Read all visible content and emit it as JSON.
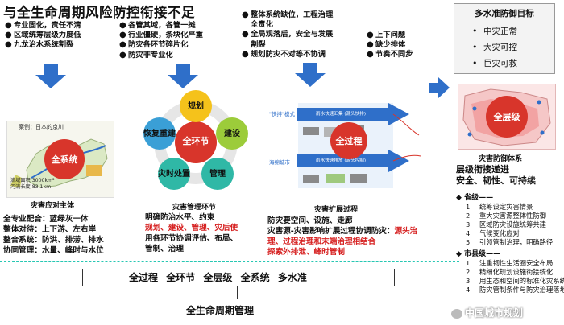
{
  "title": "与全生命周期风险防控衔接不足",
  "columns": [
    {
      "bullets": [
        "专业固化，责任不清",
        "区域统筹层级力度低",
        "九龙治水系统割裂"
      ]
    },
    {
      "bullets": [
        "各管其域，各管一摊",
        "行业僵硬，条块化严重",
        "防灾各环节碎片化",
        "防灾非专业化"
      ]
    },
    {
      "bullets": [
        "整体系统缺位，工程治理",
        "全责化",
        "全局观落后，安全与发展",
        "割裂",
        "规划防灾不对等不协调"
      ]
    },
    {
      "bullets": [
        "上下问题",
        "缺少排体",
        "节奏不同步"
      ]
    }
  ],
  "goals": {
    "title": "多水准防御目标",
    "items": [
      "中灾正常",
      "大灾可控",
      "巨灾可救"
    ]
  },
  "panel1": {
    "map_caption": "案例：日本的京川",
    "circle_label": "全系统",
    "legend": [
      "流域面积 3000km²",
      "河流长度 83.1km"
    ],
    "caption": "灾害应对主体",
    "text": [
      "全专业配合：蓝绿灰一体",
      "整体对待：上下游、左右岸",
      "整合系统：防洪、排涝、排水",
      "协同管理：水量、峰时与水位"
    ]
  },
  "panel2": {
    "center": "全环节",
    "nodes": [
      "规划",
      "建设",
      "管理",
      "灾时处置",
      "恢复重建"
    ],
    "caption": "灾害管理环节",
    "text_black": [
      "明确防治水平、约束",
      "",
      "用各环节协调评估、布局、",
      "管制、治理"
    ],
    "text_red_line": "规划、建设、管理、灾后使"
  },
  "panel3": {
    "center": "全过程",
    "labels": [
      "\"快排\"模式",
      "海绵城市"
    ],
    "captions": [
      "雨水快速汇集 (源头快排)",
      "雨水快速排放 (源头控制)"
    ],
    "caption": "灾害扩展过程",
    "text_line1": "防灾要空间、设施、走廊",
    "text_line2a": "灾害源-灾害影响扩展过程协调防灾：",
    "text_line2b": "源头治",
    "text_line3": "理、过程治理和末端治理相结合",
    "text_line4": "探索外排泄、峰时管制"
  },
  "panel4": {
    "center": "全层级",
    "caption": "灾害防御体系",
    "headline": [
      "层级衔接递进",
      "安全、韧性、可持续"
    ],
    "province_label": "省级——",
    "province_items": [
      "统筹设定灾害情景",
      "重大灾害源整体性防御",
      "区域防灾设施统筹共建",
      "气候变化应对",
      "引领管制治理，明确路径"
    ],
    "city_label": "市县级——",
    "city_items": [
      "注重韧性生活圈安全布局",
      "精细化规划设施衔接统化",
      "用生态和空间的标准化灾系统",
      "防灾管制条件与防灾治理落地"
    ]
  },
  "bottom": {
    "items": [
      "全过程",
      "全环节",
      "全层级",
      "全系统",
      "多水准"
    ],
    "title": "全生命周期管理"
  },
  "watermark": "中国城市规划",
  "colors": {
    "arrow_blue": "#2f6fc9",
    "ring_red": "#d8352b",
    "cyan_line": "#27c7b3",
    "red_text": "#d62020"
  }
}
